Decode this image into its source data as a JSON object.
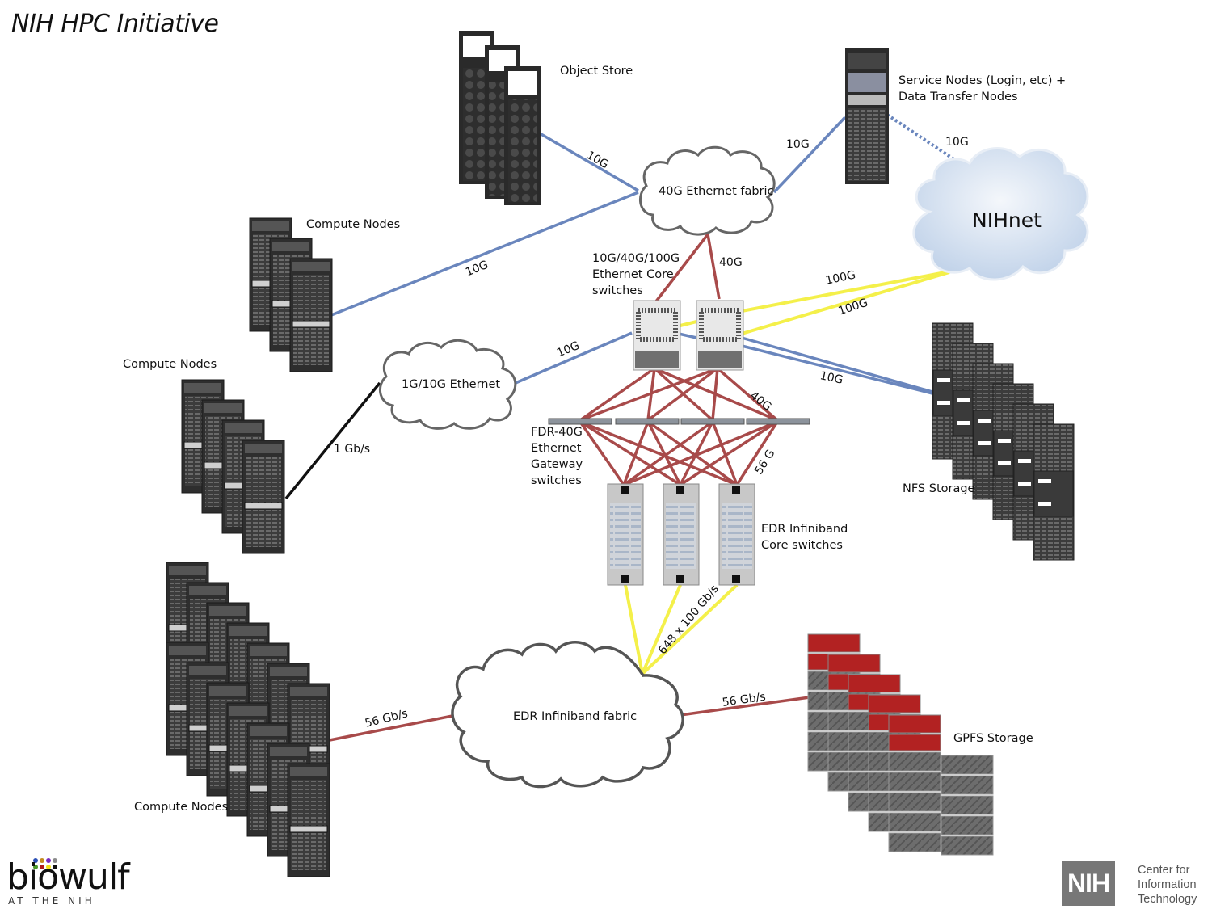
{
  "title": "NIH HPC Initiative",
  "colors": {
    "ethernet_10g": "#6a86bd",
    "ethernet_40g": "#a84a4a",
    "link_100g": "#f4f04a",
    "link_1g": "#111111",
    "infiniband": "#a84a4a",
    "nihnet_cloud": "#d4e1f0",
    "rack_dark": "#3a3a3a"
  },
  "nodes": {
    "object_store": "Object Store",
    "service_nodes": [
      "Service Nodes (Login, etc) +",
      "Data Transfer Nodes"
    ],
    "compute_nodes_top": "Compute Nodes",
    "compute_nodes_mid": "Compute Nodes",
    "compute_nodes_bottom": "Compute Nodes",
    "eth_core_switches": [
      "10G/40G/100G",
      "Ethernet Core",
      "switches"
    ],
    "gateway_switches": [
      "FDR-40G",
      "Ethernet",
      "Gateway",
      "switches"
    ],
    "ib_core_switches": [
      "EDR Infiniband",
      "Core switches"
    ],
    "nfs_storage": "NFS Storage",
    "gpfs_storage": "GPFS Storage"
  },
  "clouds": {
    "eth40_fabric": "40G Ethernet fabric",
    "eth1_10": "1G/10G Ethernet",
    "nihnet": "NIHnet",
    "edr_fabric": "EDR Infiniband fabric"
  },
  "links": {
    "objstore_to_fabric": "10G",
    "fabric_to_service": "10G",
    "service_to_nihnet": "10G",
    "compute_top_to_fabric": "10G",
    "fabric_to_core": "40G",
    "core_to_nihnet_1": "100G",
    "core_to_nihnet_2": "100G",
    "eth1_10_to_core": "10G",
    "core_to_nfs": "10G",
    "core_to_gateway": "40G",
    "compute_mid_to_eth": "1 Gb/s",
    "gateway_to_ib": "56 G",
    "ib_to_fabric": "648 x 100 Gb/s",
    "compute_bottom_to_edr": "56 Gb/s",
    "edr_to_gpfs": "56 Gb/s"
  },
  "logos": {
    "biowulf": "biowulf",
    "biowulf_sub": "AT THE NIH",
    "biowulf_dots": [
      "#2a4fb5",
      "#c58a1e",
      "#7a2ac0",
      "#8a8a8a",
      "#4a9a2a",
      "#b01a1a",
      "#f2e21a",
      "#111111"
    ],
    "nih_badge": "NIH",
    "cit_text": [
      "Center for",
      "Information",
      "Technology"
    ]
  }
}
